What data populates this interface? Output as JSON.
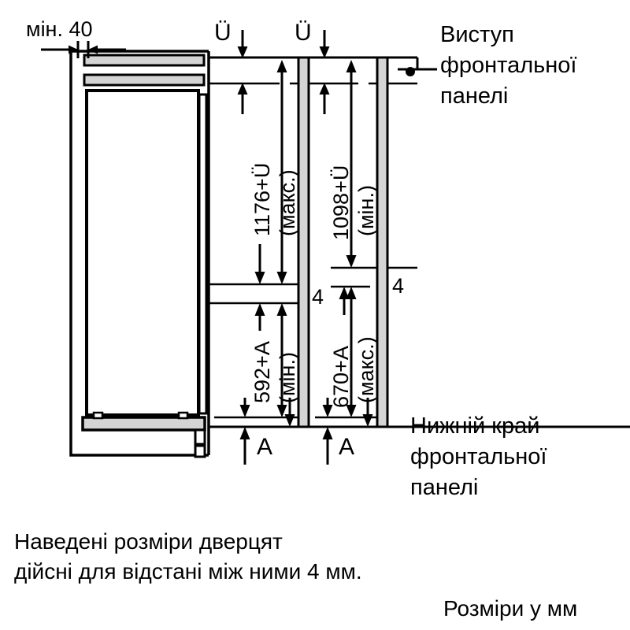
{
  "document": {
    "type": "appliance-installation-dimension-drawing",
    "language": "uk",
    "units_note": "Розміри у мм"
  },
  "dimensions": {
    "top_clearance": "мін. 40",
    "overlay_symbol_left": "Ü",
    "overlay_symbol_right": "Ü",
    "upper_door_left": "1176+Ü",
    "upper_door_left_qualifier": "(макс.)",
    "upper_door_right": "1098+Ü",
    "upper_door_right_qualifier": "(мін.)",
    "lower_door_left": "592+A",
    "lower_door_left_qualifier": "(мін.)",
    "lower_door_right": "670+A",
    "lower_door_right_qualifier": "(макс.)",
    "gap_middle_left": "4",
    "gap_middle_right": "4",
    "bottom_offset_left": "A",
    "bottom_offset_right": "A"
  },
  "callouts": {
    "top": {
      "line1": "Виступ",
      "line2": "фронтальної",
      "line3": "панелі"
    },
    "bottom": {
      "line1": "Нижній край",
      "line2": "фронтальної",
      "line3": "панелі"
    }
  },
  "notes": {
    "line1": "Наведені розміри дверцят",
    "line2": "дійсні для відстані між ними 4 мм.",
    "units": "Розміри у мм"
  },
  "colors": {
    "stroke": "#000000",
    "panel_fill": "#d4d4d4",
    "background": "#ffffff"
  }
}
